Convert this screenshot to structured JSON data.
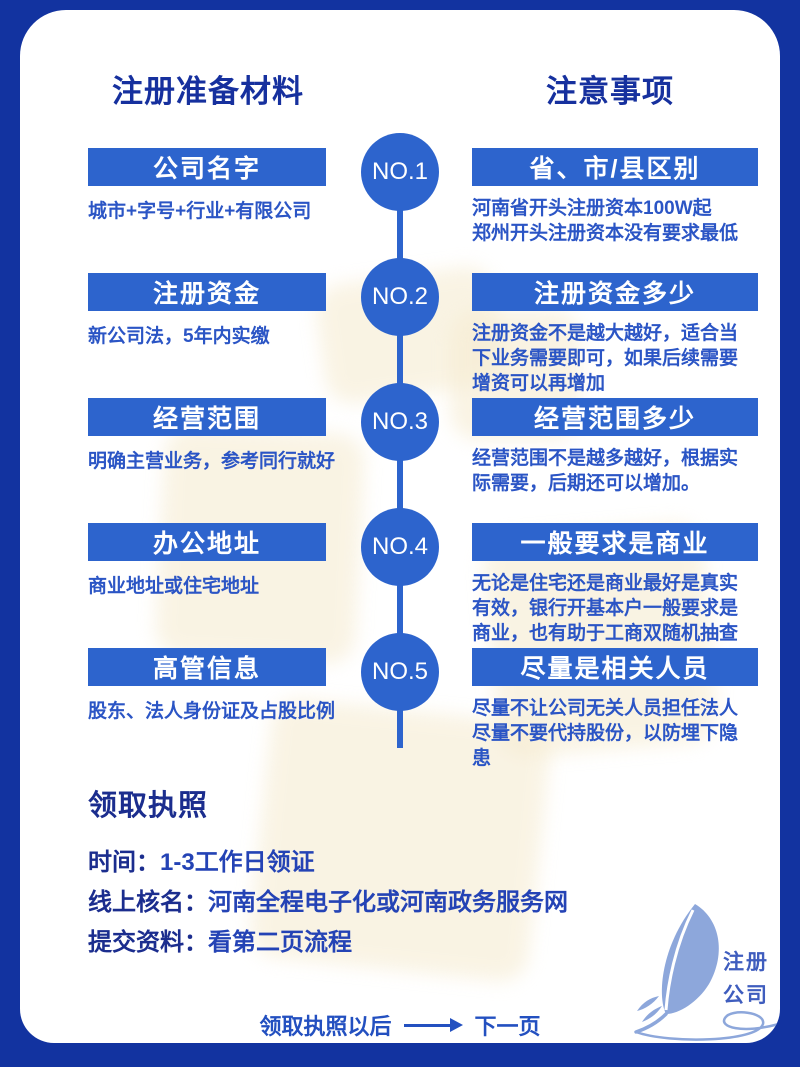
{
  "headers": {
    "left": "注册准备材料",
    "right": "注意事项"
  },
  "rows": [
    {
      "no": "NO.1",
      "material": "公司名字",
      "material_note": "城市+字号+行业+有限公司",
      "notice_title": "省、市/县区别",
      "notice_detail": "河南省开头注册资本100W起\n郑州开头注册资本没有要求最低"
    },
    {
      "no": "NO.2",
      "material": "注册资金",
      "material_note": "新公司法，5年内实缴",
      "notice_title": "注册资金多少",
      "notice_detail": "注册资金不是越大越好，适合当下业务需要即可，如果后续需要增资可以再增加"
    },
    {
      "no": "NO.3",
      "material": "经营范围",
      "material_note": "明确主营业务，参考同行就好",
      "notice_title": "经营范围多少",
      "notice_detail": "经营范围不是越多越好，根据实际需要，后期还可以增加。"
    },
    {
      "no": "NO.4",
      "material": "办公地址",
      "material_note": "商业地址或住宅地址",
      "notice_title": "一般要求是商业",
      "notice_detail": "无论是住宅还是商业最好是真实有效，银行开基本户一般要求是商业，也有助于工商双随机抽查"
    },
    {
      "no": "NO.5",
      "material": "高管信息",
      "material_note": "股东、法人身份证及占股比例",
      "notice_title": "尽量是相关人员",
      "notice_detail": "尽量不让公司无关人员担任法人尽量不要代持股份，以防埋下隐患"
    }
  ],
  "license": {
    "title": "领取执照",
    "items": [
      {
        "label": "时间：",
        "value": "1-3工作日领证"
      },
      {
        "label": "线上核名：",
        "value": "河南全程电子化或河南政务服务网"
      },
      {
        "label": "提交资料：",
        "value": "看第二页流程"
      }
    ]
  },
  "footer": {
    "before_text": "领取执照以后",
    "next_text": "下一页"
  },
  "logo": {
    "icon": "feather-quill-icon",
    "line1": "注册",
    "line2": "公司"
  },
  "colors": {
    "frame_blue": "#1233a0",
    "button_blue": "#2d64cd",
    "header_navy": "#16309e",
    "note_blue": "#2b55c5",
    "license_navy": "#1b2d8e",
    "license_value_blue": "#2443b5",
    "footer_blue": "#2350c0",
    "feather_periwinkle": "#8da7db",
    "logo_text_blue": "#3f5dbe",
    "watermark_cream": "#f6ecd2"
  }
}
